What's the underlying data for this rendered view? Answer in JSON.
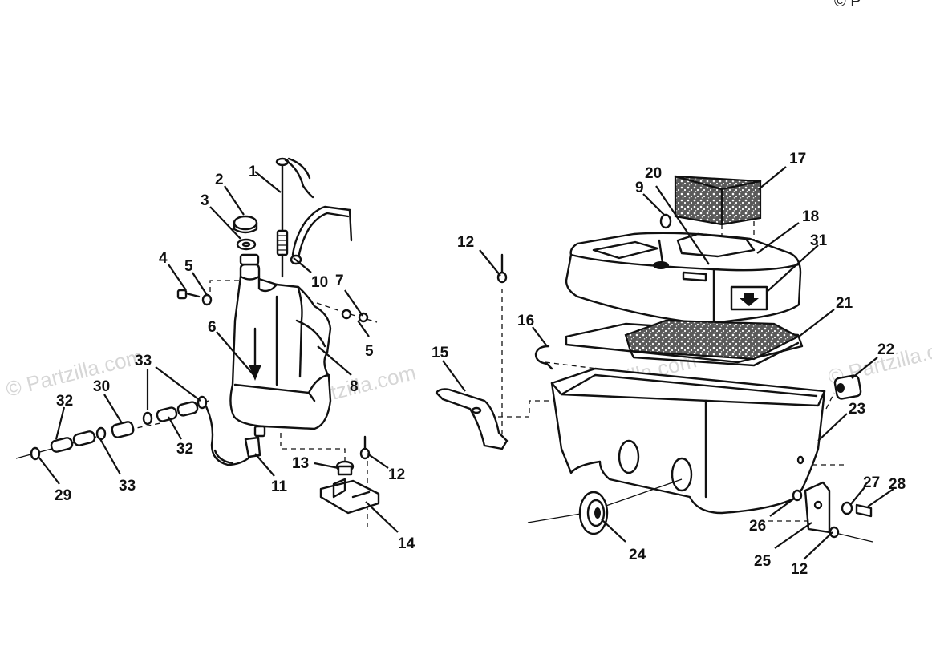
{
  "watermark": {
    "text": "© Partzilla.com"
  },
  "copyright_fragment": "© P",
  "callouts": [
    {
      "id": "c1",
      "label": "1"
    },
    {
      "id": "c2",
      "label": "2"
    },
    {
      "id": "c3",
      "label": "3"
    },
    {
      "id": "c4",
      "label": "4"
    },
    {
      "id": "c5a",
      "label": "5"
    },
    {
      "id": "c5b",
      "label": "5"
    },
    {
      "id": "c6",
      "label": "6"
    },
    {
      "id": "c7",
      "label": "7"
    },
    {
      "id": "c8",
      "label": "8"
    },
    {
      "id": "c9",
      "label": "9"
    },
    {
      "id": "c10",
      "label": "10"
    },
    {
      "id": "c11",
      "label": "11"
    },
    {
      "id": "c12a",
      "label": "12"
    },
    {
      "id": "c12b",
      "label": "12"
    },
    {
      "id": "c12c",
      "label": "12"
    },
    {
      "id": "c13",
      "label": "13"
    },
    {
      "id": "c14",
      "label": "14"
    },
    {
      "id": "c15",
      "label": "15"
    },
    {
      "id": "c16",
      "label": "16"
    },
    {
      "id": "c17",
      "label": "17"
    },
    {
      "id": "c18",
      "label": "18"
    },
    {
      "id": "c20",
      "label": "20"
    },
    {
      "id": "c21",
      "label": "21"
    },
    {
      "id": "c22",
      "label": "22"
    },
    {
      "id": "c23",
      "label": "23"
    },
    {
      "id": "c24",
      "label": "24"
    },
    {
      "id": "c25",
      "label": "25"
    },
    {
      "id": "c26",
      "label": "26"
    },
    {
      "id": "c27",
      "label": "27"
    },
    {
      "id": "c28",
      "label": "28"
    },
    {
      "id": "c29",
      "label": "29"
    },
    {
      "id": "c30",
      "label": "30"
    },
    {
      "id": "c31",
      "label": "31"
    },
    {
      "id": "c32a",
      "label": "32"
    },
    {
      "id": "c32b",
      "label": "32"
    },
    {
      "id": "c33a",
      "label": "33"
    },
    {
      "id": "c33b",
      "label": "33"
    }
  ],
  "colors": {
    "ink": "#111111",
    "background": "#ffffff",
    "watermark": "#d6d6d6"
  }
}
